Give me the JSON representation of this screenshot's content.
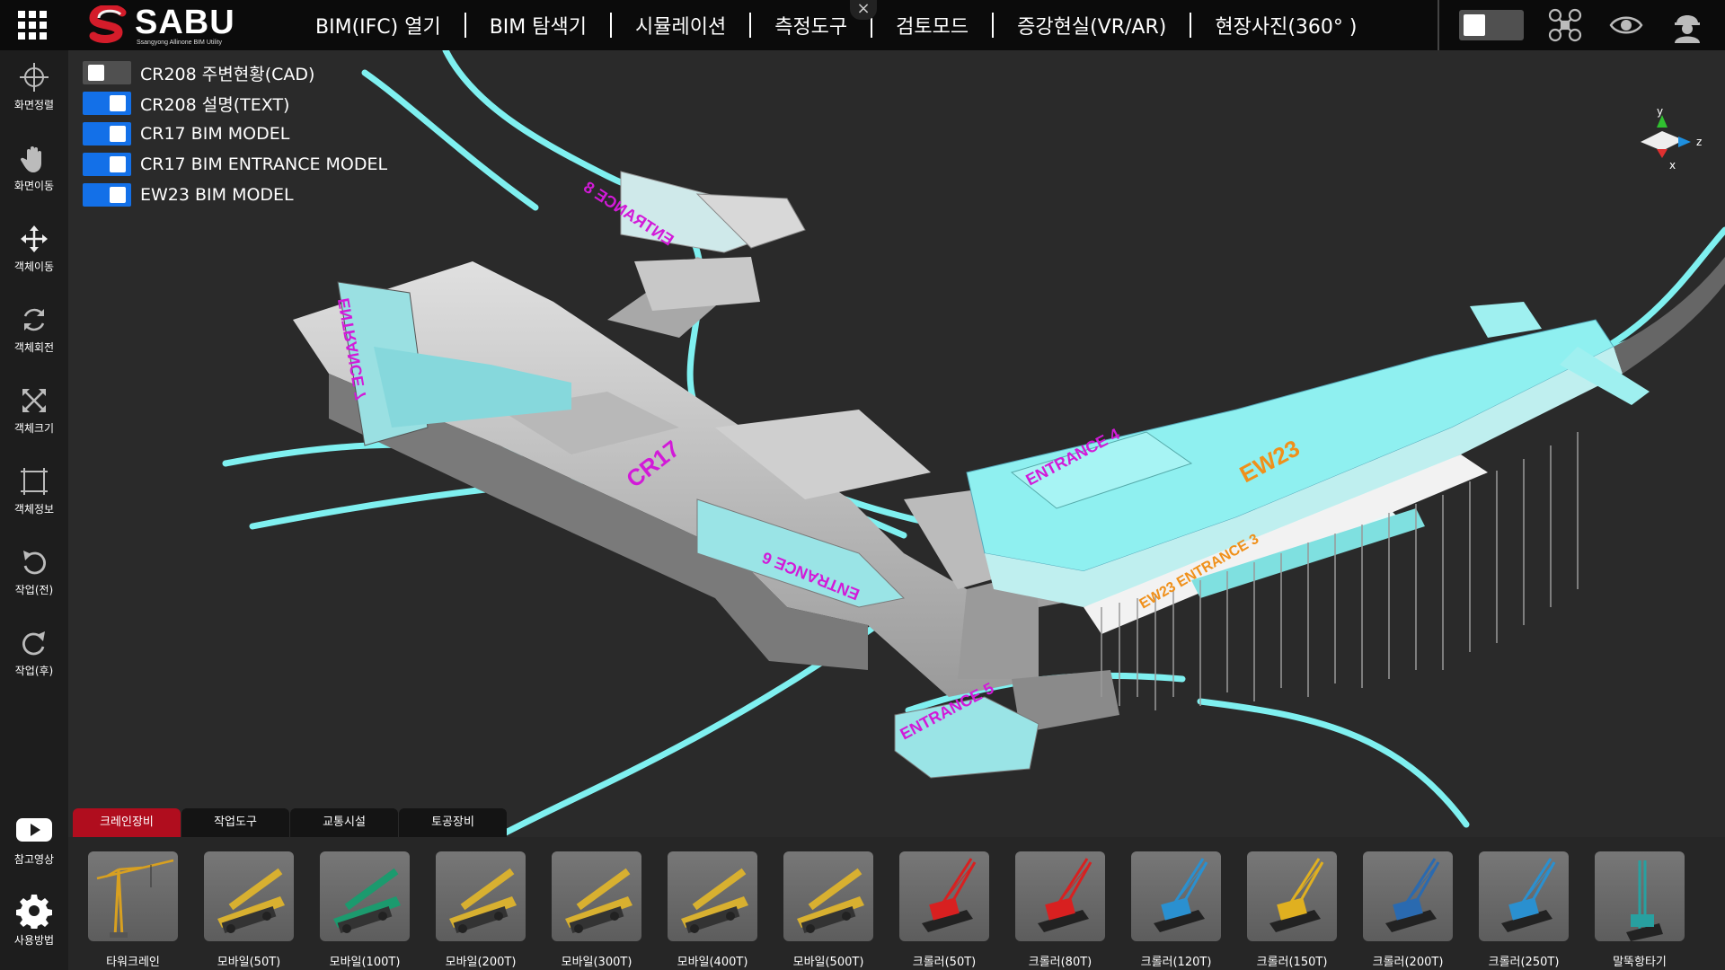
{
  "app": {
    "brand": "SABU",
    "tagline": "Ssangyong Allinone BIM Utility"
  },
  "menu": [
    "BIM(IFC) 열기",
    "BIM 탐색기",
    "시뮬레이션",
    "측정도구",
    "검토모드",
    "증강현실(VR/AR)",
    "현장사진(360° )"
  ],
  "menu_close": "×",
  "sidebar": {
    "tools": [
      {
        "label": "화면정렬",
        "icon": "crosshair-icon"
      },
      {
        "label": "화면이동",
        "icon": "hand-icon"
      },
      {
        "label": "객체이동",
        "icon": "move-arrows-icon"
      },
      {
        "label": "객체회전",
        "icon": "rotate-icon"
      },
      {
        "label": "객체크기",
        "icon": "resize-icon"
      },
      {
        "label": "객체정보",
        "icon": "info-box-icon"
      },
      {
        "label": "작업(전)",
        "icon": "undo-icon"
      },
      {
        "label": "작업(후)",
        "icon": "redo-icon"
      }
    ],
    "bottom": [
      {
        "label": "참고영상",
        "icon": "youtube-icon"
      },
      {
        "label": "사용방법",
        "icon": "gear-icon"
      }
    ]
  },
  "layers": [
    {
      "label": "CR208 주변현황(CAD)",
      "on": false
    },
    {
      "label": "CR208 설명(TEXT)",
      "on": true
    },
    {
      "label": "CR17 BIM MODEL",
      "on": true
    },
    {
      "label": "CR17 BIM ENTRANCE MODEL",
      "on": true
    },
    {
      "label": "EW23 BIM MODEL",
      "on": true
    }
  ],
  "scene_labels": {
    "entrance8": "ENTRANCE 8",
    "entrance7": "ENTRANCE 7",
    "cr17": "CR17",
    "entrance6": "ENTRANCE 6",
    "entrance4": "ENTRANCE 4",
    "ew23": "EW23",
    "ew23_entrance3": "EW23 ENTRANCE 3",
    "entrance5": "ENTRANCE 5"
  },
  "axis": {
    "y": "y",
    "z": "z",
    "x": "x"
  },
  "colors": {
    "accent_blue": "#1370e8",
    "tab_active": "#b00d1e",
    "magenta_label": "#d21ad8",
    "orange_label": "#f0901a",
    "cyan_model": "#7ff0f0"
  },
  "tabs": [
    {
      "label": "크레인장비",
      "active": true
    },
    {
      "label": "작업도구",
      "active": false
    },
    {
      "label": "교통시설",
      "active": false
    },
    {
      "label": "토공장비",
      "active": false
    }
  ],
  "equipment": [
    {
      "label": "타워크레인",
      "color": "#d8a020",
      "kind": "tower"
    },
    {
      "label": "모바일(50T)",
      "color": "#d8b030",
      "kind": "mobile"
    },
    {
      "label": "모바일(100T)",
      "color": "#1c9a6e",
      "kind": "mobile"
    },
    {
      "label": "모바일(200T)",
      "color": "#d8b030",
      "kind": "mobile"
    },
    {
      "label": "모바일(300T)",
      "color": "#d8b030",
      "kind": "mobile"
    },
    {
      "label": "모바일(400T)",
      "color": "#d8b030",
      "kind": "mobile"
    },
    {
      "label": "모바일(500T)",
      "color": "#d8b030",
      "kind": "mobile"
    },
    {
      "label": "크롤러(50T)",
      "color": "#d82020",
      "kind": "crawler"
    },
    {
      "label": "크롤러(80T)",
      "color": "#d82020",
      "kind": "crawler"
    },
    {
      "label": "크롤러(120T)",
      "color": "#2a90d0",
      "kind": "crawler"
    },
    {
      "label": "크롤러(150T)",
      "color": "#e0b020",
      "kind": "crawler"
    },
    {
      "label": "크롤러(200T)",
      "color": "#2a6ab0",
      "kind": "crawler"
    },
    {
      "label": "크롤러(250T)",
      "color": "#2a90d0",
      "kind": "crawler"
    },
    {
      "label": "말뚝항타기",
      "color": "#28a0a0",
      "kind": "pile"
    }
  ]
}
